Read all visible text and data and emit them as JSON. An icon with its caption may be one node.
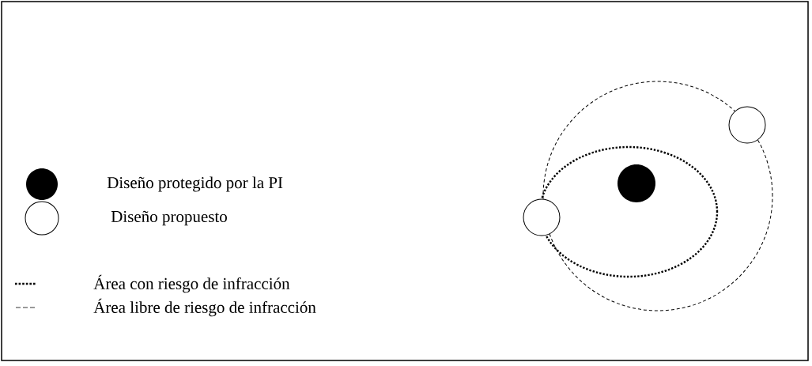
{
  "diagram": {
    "legend": [
      {
        "text": "Diseño protegido por la PI"
      },
      {
        "text": "Diseño propuesto"
      },
      {
        "text": "Área con riesgo de infracción"
      },
      {
        "text": "Área libre de riesgo de infracción"
      }
    ]
  }
}
